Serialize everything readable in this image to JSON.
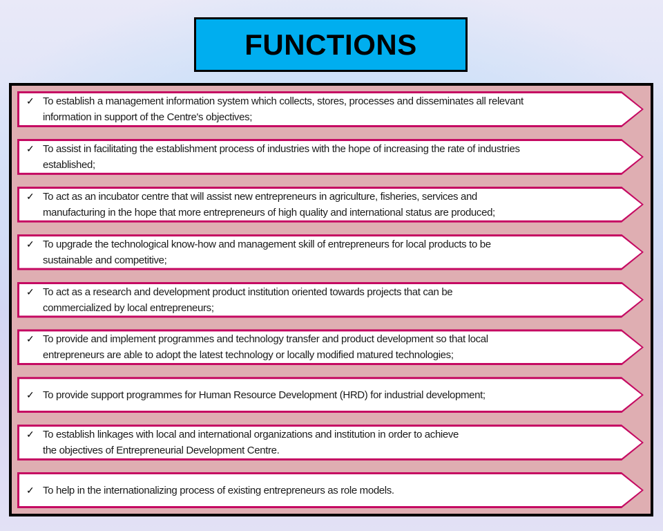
{
  "title": "FUNCTIONS",
  "check_glyph": "✓",
  "colors": {
    "title_background": "#00AEEF",
    "panel_background": "#DFAEB2",
    "arrow_border": "#C50A62",
    "arrow_fill": "#FFFFFF",
    "text": "#1A1A1A"
  },
  "functions": {
    "items": [
      {
        "lines": [
          "To establish a management information system which collects, stores, processes and disseminates all relevant",
          "information in support of the Centre's objectives;"
        ]
      },
      {
        "lines": [
          "To assist in facilitating the establishment process of industries with the hope of increasing the rate of industries",
          "established;"
        ]
      },
      {
        "lines": [
          "To act as an incubator centre that will assist new entrepreneurs in agriculture, fisheries, services and",
          "manufacturing in the hope that more entrepreneurs of high quality and international status are produced;"
        ]
      },
      {
        "lines": [
          "To upgrade the technological know-how and management skill of entrepreneurs for local products to be",
          "sustainable and competitive;"
        ]
      },
      {
        "lines": [
          "To act as a research and development product institution oriented towards projects that can be",
          "commercialized by local entrepreneurs;"
        ]
      },
      {
        "lines": [
          "To provide and implement programmes and technology transfer and product development so that local",
          "entrepreneurs are able to adopt the latest technology or locally modified matured technologies;"
        ]
      },
      {
        "lines": [
          "To provide support programmes for Human Resource Development (HRD) for industrial development;"
        ]
      },
      {
        "lines": [
          "To establish linkages with local and international organizations and institution in order to achieve",
          "the objectives of Entrepreneurial Development Centre."
        ]
      },
      {
        "lines": [
          "To help in the internationalizing process of existing entrepreneurs as role models."
        ]
      }
    ]
  }
}
